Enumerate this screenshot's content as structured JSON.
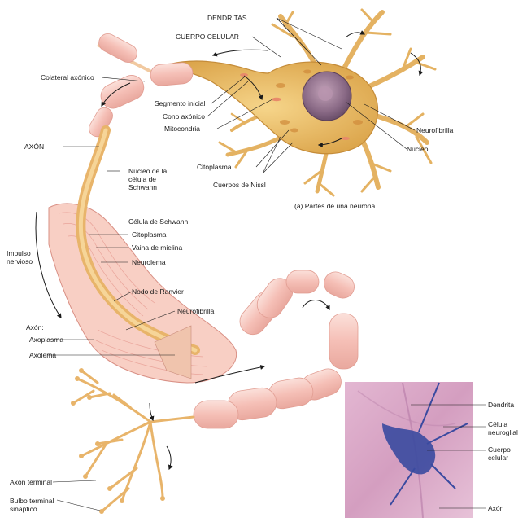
{
  "figure": {
    "caption": "(a) Partes de una neurona",
    "labels": {
      "dendritas": "DENDRITAS",
      "cuerpo_celular": "CUERPO CELULAR",
      "colateral_axonico": "Colateral axónico",
      "segmento_inicial": "Segmento inicial",
      "cono_axonico": "Cono axónico",
      "mitocondria": "Mitocondria",
      "axon": "AXÓN",
      "nucleo_schwann": "Núcleo de la célula de Schwann",
      "citoplasma_cuerpo": "Citoplasma",
      "cuerpos_nissl": "Cuerpos de Nissl",
      "neurofibrilla_cuerpo": "Neurofibrilla",
      "nucleo": "Núcleo",
      "celula_schwann": "Célula de Schwann:",
      "citoplasma_schwann": "Citoplasma",
      "vaina_mielina": "Vaina de mielina",
      "neurolema": "Neurolema",
      "impulso_nervioso": "Impulso nervioso",
      "nodo_ranvier": "Nodo de Ranvier",
      "neurofibrilla_axon": "Neurofibrilla",
      "axon_header": "Axón:",
      "axoplasma": "Axoplasma",
      "axolema": "Axolema",
      "axon_terminal": "Axón terminal",
      "bulbo_terminal": "Bulbo terminal sináptico"
    },
    "micrograph_labels": {
      "dendrita": "Dendrita",
      "celula_neuroglial": "Célula neuroglial",
      "cuerpo_celular": "Cuerpo celular",
      "axon": "Axón"
    }
  },
  "colors": {
    "cell_body": "#e9b95a",
    "myelin": "#f7c8c0",
    "nucleus": "#8a6a86",
    "micrograph_bg": "#d9a8c6",
    "stain": "#3a4aa0"
  }
}
